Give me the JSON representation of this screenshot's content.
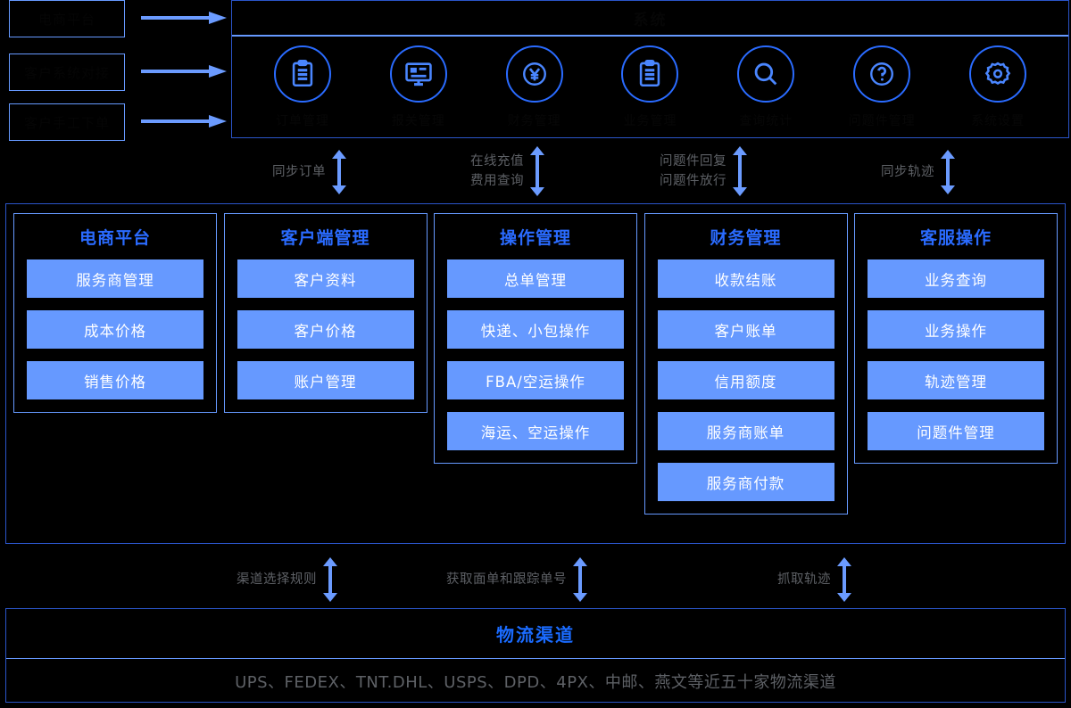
{
  "sources": {
    "items": [
      {
        "label": "电商平台"
      },
      {
        "label": "客户系统对接"
      },
      {
        "label": "客户手工下单"
      }
    ]
  },
  "top_panel": {
    "title": "系统",
    "icons": [
      {
        "icon": "clipboard-document-icon",
        "label": "订单管理"
      },
      {
        "icon": "monitor-screen-icon",
        "label": "报关管理"
      },
      {
        "icon": "yen-coin-icon",
        "label": "财务管理"
      },
      {
        "icon": "clipboard-list-icon",
        "label": "业务管理"
      },
      {
        "icon": "search-magnifier-icon",
        "label": "查询统计"
      },
      {
        "icon": "question-mark-icon",
        "label": "问题件管理"
      },
      {
        "icon": "gear-settings-icon",
        "label": "系统设置"
      }
    ]
  },
  "connectors_top": [
    {
      "captions": [
        "同步订单"
      ]
    },
    {
      "captions": [
        "在线充值",
        "费用查询"
      ]
    },
    {
      "captions": [
        "问题件回复",
        "问题件放行"
      ]
    },
    {
      "captions": [
        "同步轨迹"
      ]
    }
  ],
  "connectors_bottom": [
    {
      "captions": [
        "渠道选择规则"
      ]
    },
    {
      "captions": [
        "获取面单和跟踪单号"
      ]
    },
    {
      "captions": [
        "抓取轨迹"
      ]
    }
  ],
  "main_panel": {
    "columns": [
      {
        "title": "电商平台",
        "items": [
          "服务商管理",
          "成本价格",
          "销售价格"
        ]
      },
      {
        "title": "客户端管理",
        "items": [
          "客户资料",
          "客户价格",
          "账户管理"
        ]
      },
      {
        "title": "操作管理",
        "items": [
          "总单管理",
          "快递、小包操作",
          "FBA/空运操作",
          "海运、空运操作"
        ]
      },
      {
        "title": "财务管理",
        "items": [
          "收款结账",
          "客户账单",
          "信用额度",
          "服务商账单",
          "服务商付款"
        ]
      },
      {
        "title": "客服操作",
        "items": [
          "业务查询",
          "业务操作",
          "轨迹管理",
          "问题件管理"
        ]
      }
    ]
  },
  "bottom_panel": {
    "title": "物流渠道",
    "subtitle": "UPS、FEDEX、TNT.DHL、USPS、DPD、4PX、中邮、燕文等近五十家物流渠道"
  },
  "colors": {
    "accent_blue": "#6699ff",
    "title_blue": "#2a6bff",
    "arrow_blue": "#6b9bff",
    "panel_border": "#2b55c9",
    "caption_gray": "#5e6166",
    "background": "#000000",
    "pill_text": "#ffffff"
  }
}
